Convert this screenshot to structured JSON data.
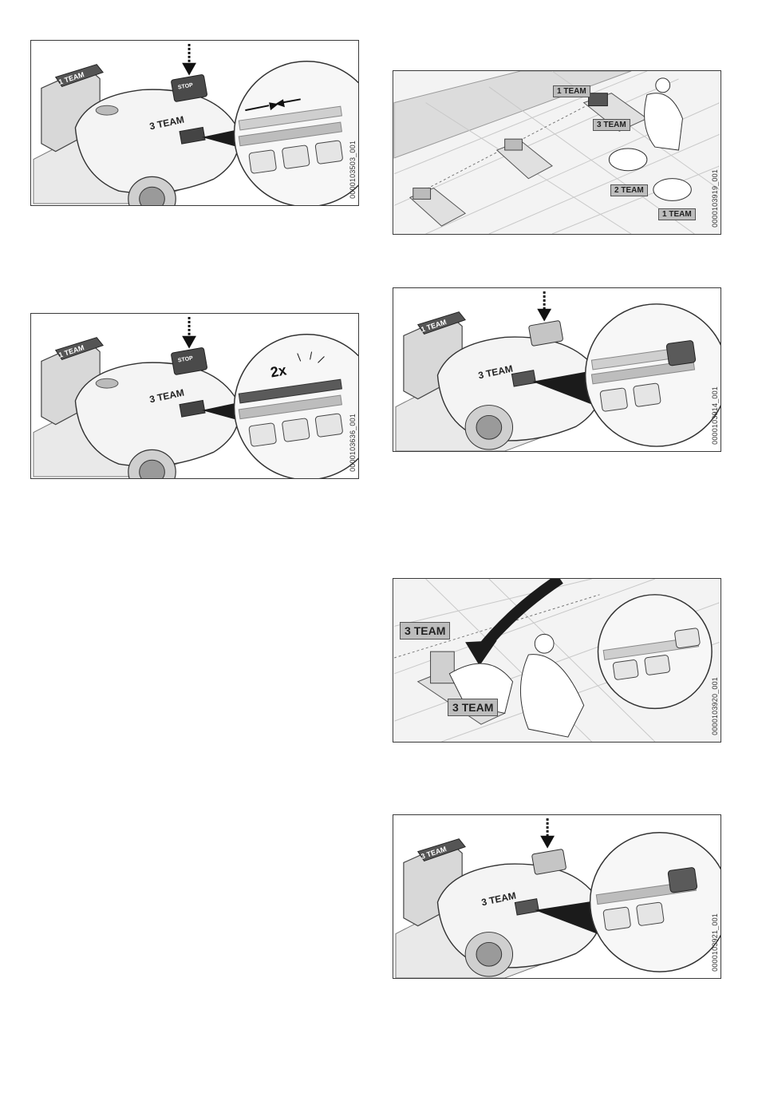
{
  "figures": [
    {
      "id": "0000103503_001",
      "team_body": "TEAM",
      "team_body_num": "3",
      "team_dock": "TEAM",
      "team_dock_num": "1",
      "key_label": "STOP"
    },
    {
      "id": "0000103636_001",
      "team_body": "TEAM",
      "team_body_num": "3",
      "team_dock": "TEAM",
      "team_dock_num": "1",
      "key_label": "STOP",
      "blink": "2x"
    },
    {
      "id": "0000103919_001",
      "badge_top_num": "1",
      "badge_top": "TEAM",
      "badge_mid_num": "3",
      "badge_mid": "TEAM",
      "badge_a_num": "2",
      "badge_a": "TEAM",
      "badge_b_num": "1",
      "badge_b": "TEAM"
    },
    {
      "id": "0000103914_001",
      "team_body": "TEAM",
      "team_body_num": "3",
      "team_dock": "TEAM",
      "team_dock_num": "1"
    },
    {
      "id": "0000103920_001",
      "badge_top_num": "3",
      "badge_top": "TEAM",
      "badge_bottom_num": "3",
      "badge_bottom": "TEAM"
    },
    {
      "id": "0000103921_001",
      "team_body": "TEAM",
      "team_body_num": "3",
      "team_dock": "TEAM",
      "team_dock_num": "3"
    }
  ]
}
